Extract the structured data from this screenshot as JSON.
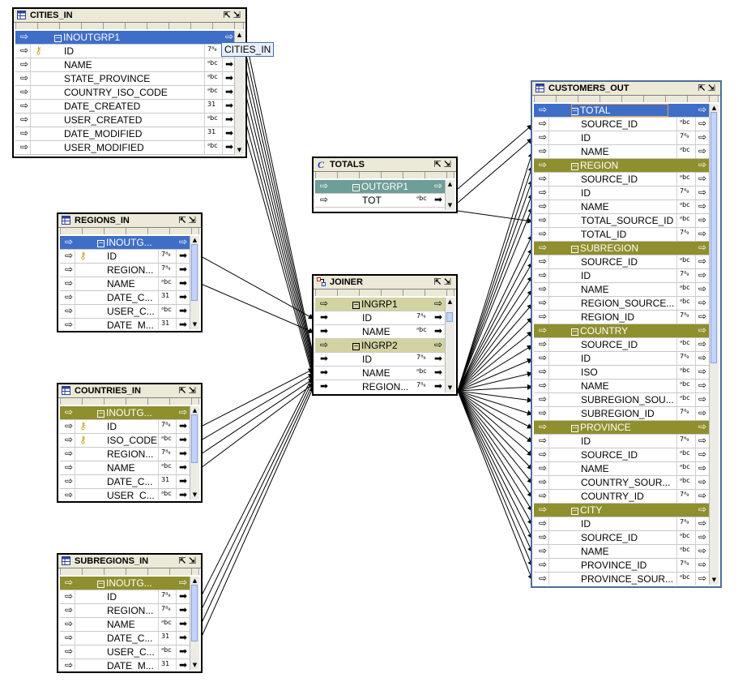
{
  "colors": {
    "group_blue": "#3f6ec8",
    "group_olive": "#8f8f2e",
    "group_teal": "#6d9e97",
    "group_khaki": "#d3d3a2",
    "title_bg": "#ece9d8"
  },
  "icons": {
    "port_in": "hollow-arrow-icon",
    "port_out": "solid-arrow-icon",
    "key": "key-icon",
    "table": "table-icon",
    "aggregator": "c-icon",
    "joiner": "joiner-icon",
    "titlebar": "maximize-minimize-icons"
  },
  "operators": [
    {
      "id": "cities_in",
      "title": "CITIES_IN",
      "kind": "table",
      "groups": [
        {
          "name": "INOUTGRP1",
          "style": "blue",
          "rows": [
            {
              "name": "ID",
              "type": "7⁸₉",
              "key": true
            },
            {
              "name": "NAME",
              "type": "ᵃbc"
            },
            {
              "name": "STATE_PROVINCE",
              "type": "ᵃbc"
            },
            {
              "name": "COUNTRY_ISO_CODE",
              "type": "ᵃbc"
            },
            {
              "name": "DATE_CREATED",
              "type": "31"
            },
            {
              "name": "USER_CREATED",
              "type": "ᵃbc"
            },
            {
              "name": "DATE_MODIFIED",
              "type": "31"
            },
            {
              "name": "USER_MODIFIED",
              "type": "ᵃbc"
            }
          ]
        }
      ]
    },
    {
      "id": "regions_in",
      "title": "REGIONS_IN",
      "kind": "table",
      "groups": [
        {
          "name": "INOUTG...",
          "style": "blue",
          "rows": [
            {
              "name": "ID",
              "type": "7⁸₉",
              "key": true
            },
            {
              "name": "REGION...",
              "type": "7⁸₉"
            },
            {
              "name": "NAME",
              "type": "ᵃbc"
            },
            {
              "name": "DATE_C...",
              "type": "31"
            },
            {
              "name": "USER_C...",
              "type": "ᵃbc"
            },
            {
              "name": "DATE_M...",
              "type": "31"
            }
          ]
        }
      ]
    },
    {
      "id": "countries_in",
      "title": "COUNTRIES_IN",
      "kind": "table",
      "groups": [
        {
          "name": "INOUTG...",
          "style": "olive",
          "rows": [
            {
              "name": "ID",
              "type": "7⁸₉",
              "key": true
            },
            {
              "name": "ISO_CODE",
              "type": "ᵃbc",
              "key": true
            },
            {
              "name": "REGION...",
              "type": "7⁸₉"
            },
            {
              "name": "NAME",
              "type": "ᵃbc"
            },
            {
              "name": "DATE_C...",
              "type": "31"
            },
            {
              "name": "USER_C...",
              "type": "ᵃbc"
            }
          ]
        }
      ]
    },
    {
      "id": "subregions_in",
      "title": "SUBREGIONS_IN",
      "kind": "table",
      "groups": [
        {
          "name": "INOUTG...",
          "style": "olive",
          "rows": [
            {
              "name": "ID",
              "type": "7⁸₉"
            },
            {
              "name": "REGION...",
              "type": "7⁸₉"
            },
            {
              "name": "NAME",
              "type": "ᵃbc"
            },
            {
              "name": "DATE_C...",
              "type": "31"
            },
            {
              "name": "USER_C...",
              "type": "ᵃbc"
            },
            {
              "name": "DATE_M...",
              "type": "31"
            }
          ]
        }
      ]
    },
    {
      "id": "totals",
      "title": "TOTALS",
      "kind": "aggregator",
      "groups": [
        {
          "name": "OUTGRP1",
          "style": "teal",
          "rows": [
            {
              "name": "TOT",
              "type": "ᵃbc"
            }
          ]
        }
      ]
    },
    {
      "id": "joiner",
      "title": "JOINER",
      "kind": "joiner",
      "groups": [
        {
          "name": "INGRP1",
          "style": "khaki",
          "rows": [
            {
              "name": "ID",
              "type": "7⁸₉"
            },
            {
              "name": "NAME",
              "type": "ᵃbc"
            }
          ]
        },
        {
          "name": "INGRP2",
          "style": "khaki",
          "rows": [
            {
              "name": "ID",
              "type": "7⁸₉"
            },
            {
              "name": "NAME",
              "type": "ᵃbc"
            },
            {
              "name": "REGION...",
              "type": "7⁸₉"
            }
          ]
        }
      ]
    },
    {
      "id": "customers_out",
      "title": "CUSTOMERS_OUT",
      "kind": "table",
      "groups": [
        {
          "name": "TOTAL",
          "style": "blue",
          "rows": [
            {
              "name": "SOURCE_ID",
              "type": "ᵃbc"
            },
            {
              "name": "ID",
              "type": "7⁸₉"
            },
            {
              "name": "NAME",
              "type": "ᵃbc"
            }
          ]
        },
        {
          "name": "REGION",
          "style": "olive",
          "rows": [
            {
              "name": "SOURCE_ID",
              "type": "ᵃbc"
            },
            {
              "name": "ID",
              "type": "7⁸₉"
            },
            {
              "name": "NAME",
              "type": "ᵃbc"
            },
            {
              "name": "TOTAL_SOURCE_ID",
              "type": "ᵃbc"
            },
            {
              "name": "TOTAL_ID",
              "type": "7⁸₉"
            }
          ]
        },
        {
          "name": "SUBREGION",
          "style": "olive",
          "rows": [
            {
              "name": "SOURCE_ID",
              "type": "ᵃbc"
            },
            {
              "name": "ID",
              "type": "7⁸₉"
            },
            {
              "name": "NAME",
              "type": "ᵃbc"
            },
            {
              "name": "REGION_SOURCE...",
              "type": "ᵃbc"
            },
            {
              "name": "REGION_ID",
              "type": "7⁸₉"
            }
          ]
        },
        {
          "name": "COUNTRY",
          "style": "olive",
          "rows": [
            {
              "name": "SOURCE_ID",
              "type": "ᵃbc"
            },
            {
              "name": "ID",
              "type": "7⁸₉"
            },
            {
              "name": "ISO",
              "type": "ᵃbc"
            },
            {
              "name": "NAME",
              "type": "ᵃbc"
            },
            {
              "name": "SUBREGION_SOU...",
              "type": "ᵃbc"
            },
            {
              "name": "SUBREGION_ID",
              "type": "7⁸₉"
            }
          ]
        },
        {
          "name": "PROVINCE",
          "style": "olive",
          "rows": [
            {
              "name": "ID",
              "type": "7⁸₉"
            },
            {
              "name": "SOURCE_ID",
              "type": "ᵃbc"
            },
            {
              "name": "NAME",
              "type": "ᵃbc"
            },
            {
              "name": "COUNTRY_SOUR...",
              "type": "ᵃbc"
            },
            {
              "name": "COUNTRY_ID",
              "type": "7⁸₉"
            }
          ]
        },
        {
          "name": "CITY",
          "style": "olive",
          "rows": [
            {
              "name": "ID",
              "type": "7⁸₉"
            },
            {
              "name": "SOURCE_ID",
              "type": "ᵃbc"
            },
            {
              "name": "NAME",
              "type": "ᵃbc"
            },
            {
              "name": "PROVINCE_ID",
              "type": "7⁸₉"
            },
            {
              "name": "PROVINCE_SOUR...",
              "type": "ᵃbc"
            }
          ]
        }
      ]
    }
  ],
  "tooltip": {
    "text": "CITIES_IN"
  }
}
